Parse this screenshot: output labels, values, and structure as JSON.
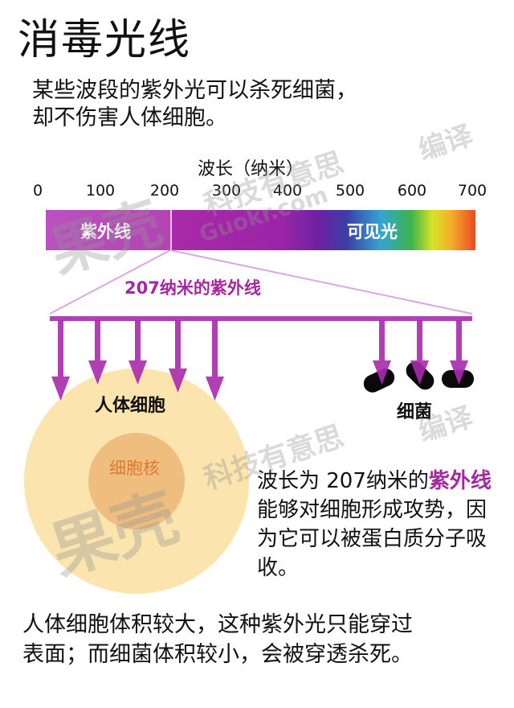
{
  "header": {
    "title": "消毒光线",
    "subtitle_line1": "某些波段的紫外光可以杀死细菌，",
    "subtitle_line2": "却不伤害人体细胞。"
  },
  "spectrum": {
    "axis_label": "波长（纳米）",
    "ticks": [
      "0",
      "100",
      "200",
      "300",
      "400",
      "500",
      "600",
      "700"
    ],
    "uv_label": "紫外线",
    "visible_label": "可见光",
    "callout_label": "207纳米的紫外线"
  },
  "diagram": {
    "cell_label": "人体细胞",
    "nucleus_label": "细胞核",
    "bacteria_label": "细菌"
  },
  "explanation": {
    "part1": "波长为 207纳米的",
    "highlight": "紫外线",
    "part2": "能够对细胞形成攻势，因为它可以被蛋白质分子吸收。"
  },
  "footer": {
    "line1": "人体细胞体积较大，这种紫外光只能穿过",
    "line2": "表面；而细菌体积较小，会被穿透杀死。"
  },
  "watermark": {
    "brand": "果壳",
    "slogan": "科技有意思",
    "site": "Guokr.com",
    "tag": "编译"
  },
  "colors": {
    "uv_purple": "#a22a9c",
    "beam": "#b040b6",
    "cell": "#fbe4ad",
    "nucleus": "#efbe7f"
  }
}
